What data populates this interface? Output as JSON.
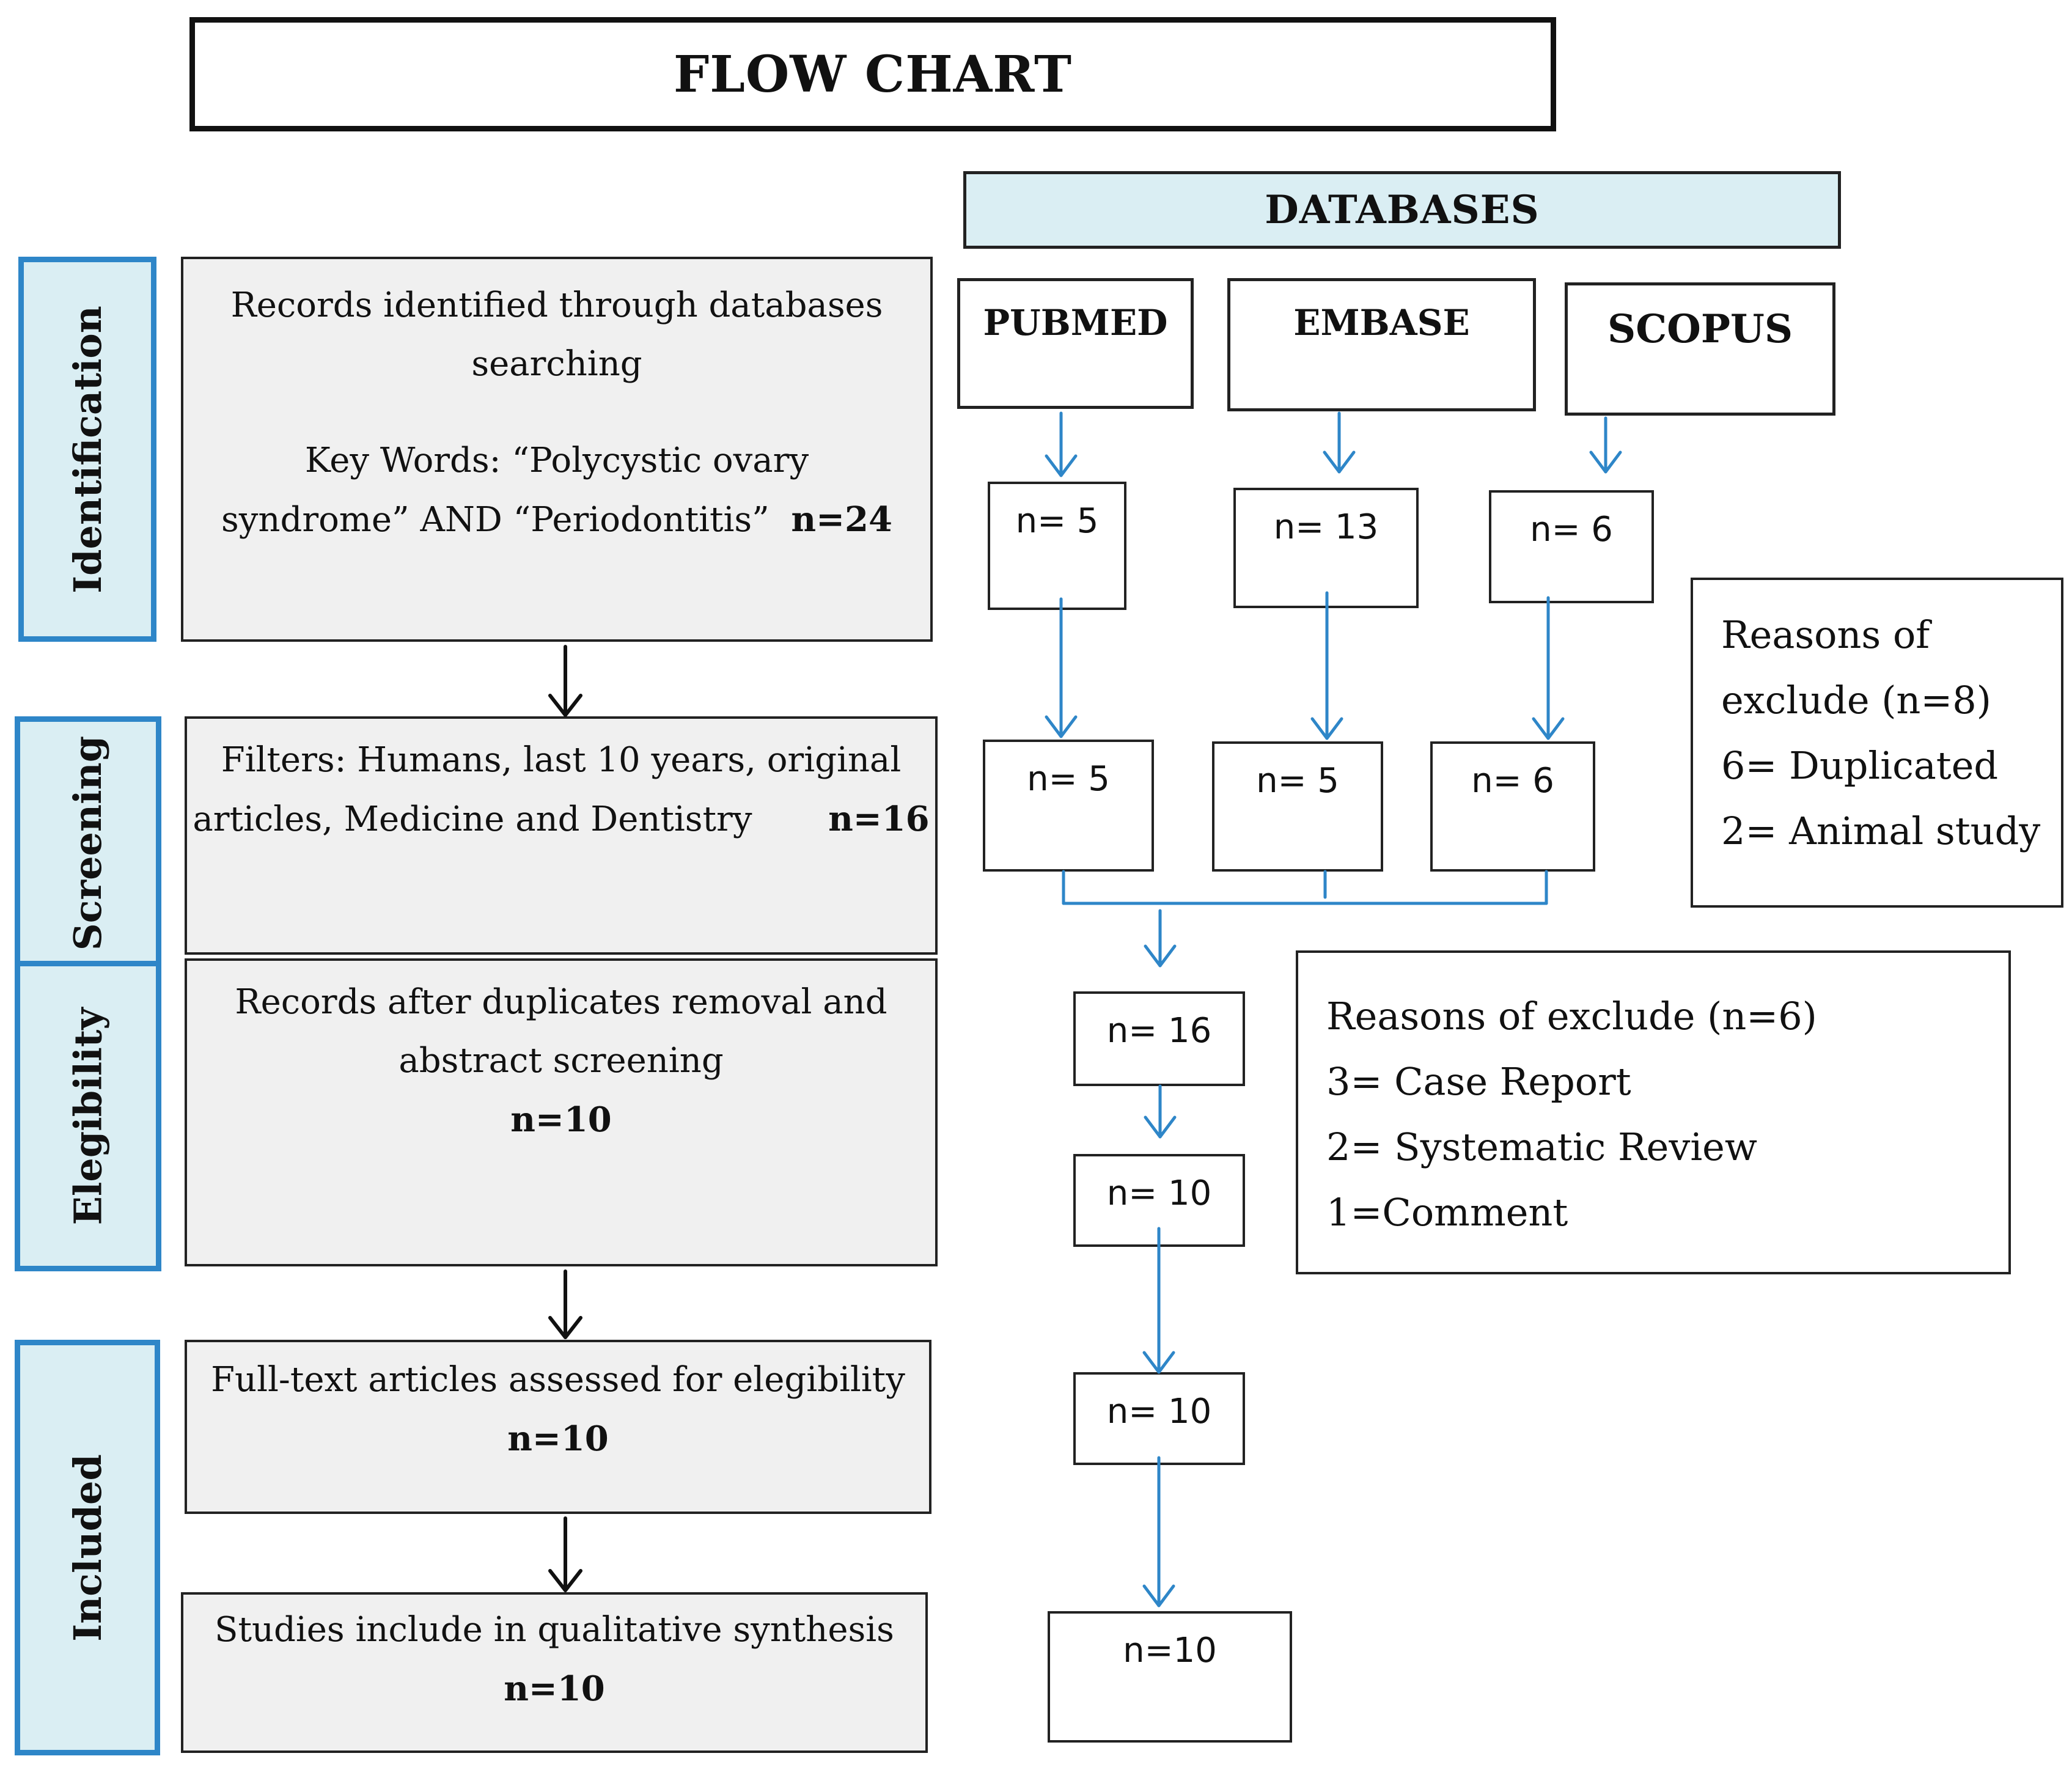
{
  "title": "FLOW CHART",
  "databases_header": "DATABASES",
  "databases": [
    "PUBMED",
    "EMBASE",
    "SCOPUS"
  ],
  "stages": [
    "Identification",
    "Screening",
    "Elegibility",
    "Included"
  ],
  "left_boxes": {
    "identification": {
      "line1": "Records identified through databases",
      "line2": "searching",
      "line3": "Key Words: “Polycystic ovary",
      "line4": "syndrome” AND “Periodontitis”",
      "count": "n=24"
    },
    "screening": {
      "line1": "Filters: Humans, last 10 years, original",
      "line2": "articles, Medicine and Dentistry",
      "count": "n=16"
    },
    "eligibility": {
      "line1": "Records after duplicates removal and",
      "line2": "abstract screening",
      "count": "n=10"
    },
    "fulltext": {
      "line1": "Full-text articles assessed for elegibility",
      "count": "n=10"
    },
    "included": {
      "line1": "Studies include in qualitative synthesis",
      "count": "n=10"
    }
  },
  "counts": {
    "pubmed_found": "n= 5",
    "embase_found": "n= 13",
    "scopus_found": "n= 6",
    "pubmed_filtered": "n= 5",
    "embase_filtered": "n= 5",
    "scopus_filtered": "n= 6",
    "combined": "n= 16",
    "after_duplicates": "n= 10",
    "fulltext": "n= 10",
    "included": "n=10"
  },
  "exclusions_1": {
    "line1": "Reasons of",
    "line2": "exclude (n=8)",
    "line3": "6= Duplicated",
    "line4": "2= Animal study"
  },
  "exclusions_2": {
    "line1": "Reasons of exclude (n=6)",
    "line2": "3= Case Report",
    "line3": "2= Systematic Review",
    "line4": "1=Comment"
  },
  "colors": {
    "stage_border": "#2e86c8",
    "stage_fill": "#daeef3",
    "arrow_blue": "#2e86c8",
    "arrow_black": "#111111",
    "box_gray": "#f0f0f0"
  }
}
